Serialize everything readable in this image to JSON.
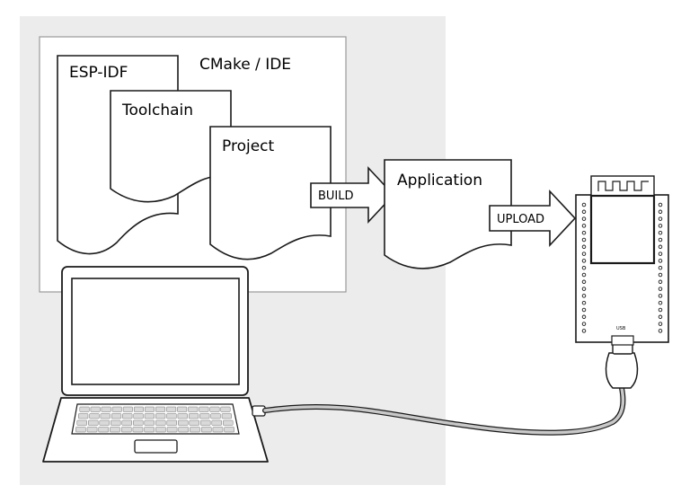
{
  "diagram": {
    "container_label": "CMake / IDE",
    "documents": {
      "esp_idf": "ESP-IDF",
      "toolchain": "Toolchain",
      "project": "Project",
      "application": "Application"
    },
    "arrows": {
      "build": "BUILD",
      "upload": "UPLOAD"
    },
    "connector_label": "USB"
  },
  "colors": {
    "background_panel": "#ececec",
    "paper": "#ffffff",
    "stroke": "#1a1a1a",
    "keys": "#d9d9d9",
    "cable": "#c8c8c8"
  },
  "icons": [
    "laptop-icon",
    "dev-board-icon",
    "usb-cable-icon"
  ]
}
